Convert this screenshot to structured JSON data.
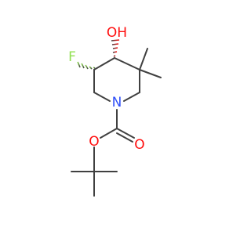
{
  "molecule": {
    "atoms": {
      "hydroxyl": {
        "label": "OH",
        "color": "#ff0d0d"
      },
      "fluorine": {
        "label": "F",
        "color": "#90e050"
      },
      "nitrogen": {
        "label": "N",
        "color": "#3050f8"
      },
      "carbonyl_oxygen": {
        "label": "O",
        "color": "#ff0d0d"
      },
      "ester_oxygen": {
        "label": "O",
        "color": "#ff0d0d"
      }
    },
    "bond_color": "#404040"
  }
}
